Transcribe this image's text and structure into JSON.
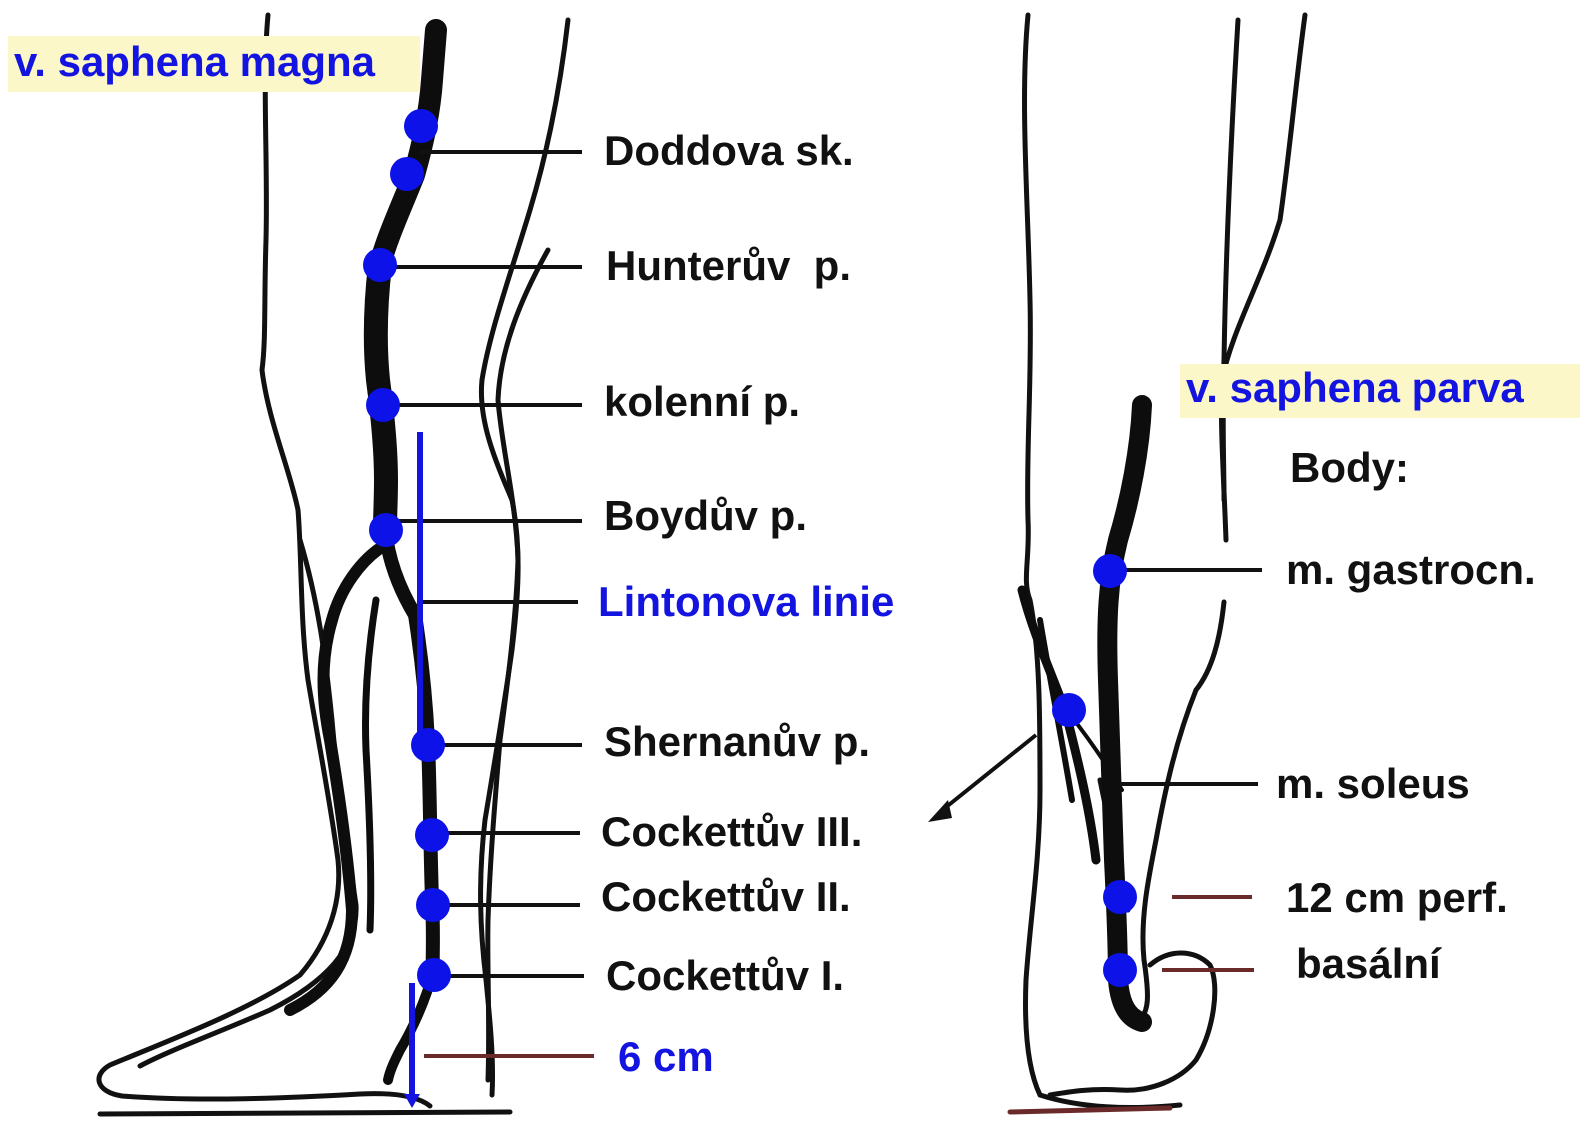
{
  "colors": {
    "dot": "#0c12e8",
    "label_blue": "#1414e0",
    "label_black": "#111111",
    "header_highlight": "#fbf7c8"
  },
  "left": {
    "header": "v. saphena magna",
    "labels": {
      "dodd": "Doddova sk.",
      "hunter": "Hunterův  p.",
      "knee": "kolenní p.",
      "boyd": "Boydův p.",
      "linton": "Lintonova linie",
      "sherman": "Shernanův p.",
      "cockett3": "Cockettův III.",
      "cockett2": "Cockettův II.",
      "cockett1": "Cockettův I.",
      "six_cm": "6 cm"
    }
  },
  "right": {
    "header": "v. saphena parva",
    "body_heading": "Body:",
    "labels": {
      "gastrocn": "m. gastrocn.",
      "soleus": "m. soleus",
      "perf12": "12 cm perf.",
      "basal": "basální"
    }
  }
}
